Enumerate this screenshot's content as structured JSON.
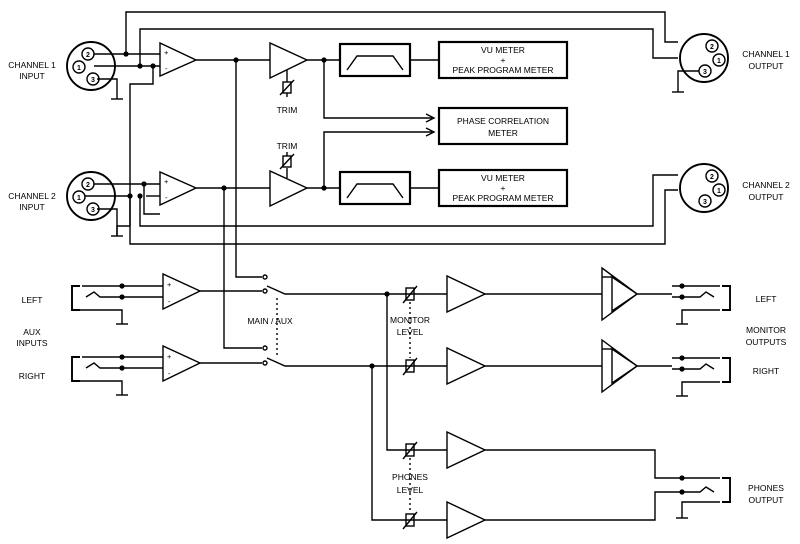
{
  "labels": {
    "ch1_input": [
      "CHANNEL 1",
      "INPUT"
    ],
    "ch2_input": [
      "CHANNEL 2",
      "INPUT"
    ],
    "ch1_output": [
      "CHANNEL 1",
      "OUTPUT"
    ],
    "ch2_output": [
      "CHANNEL 2",
      "OUTPUT"
    ],
    "trim_top": "TRIM",
    "trim_bottom": "TRIM",
    "meter1": [
      "VU METER",
      "+",
      "PEAK PROGRAM METER"
    ],
    "meter2": [
      "VU METER",
      "+",
      "PEAK PROGRAM METER"
    ],
    "phase_meter": [
      "PHASE CORRELATION",
      "METER"
    ],
    "aux_left": "LEFT",
    "aux_inputs": [
      "AUX",
      "INPUTS"
    ],
    "aux_right": "RIGHT",
    "main_aux": "MAIN / AUX",
    "monitor_level": [
      "MONITOR",
      "LEVEL"
    ],
    "monitor_left": "LEFT",
    "monitor_outputs": [
      "MONITOR",
      "OUTPUTS"
    ],
    "monitor_right": "RIGHT",
    "phones_level": [
      "PHONES",
      "LEVEL"
    ],
    "phones_output": [
      "PHONES",
      "OUTPUT"
    ]
  },
  "symbols": {
    "plus": "+",
    "minus": "-",
    "xlr_pins": [
      "1",
      "2",
      "3"
    ]
  }
}
